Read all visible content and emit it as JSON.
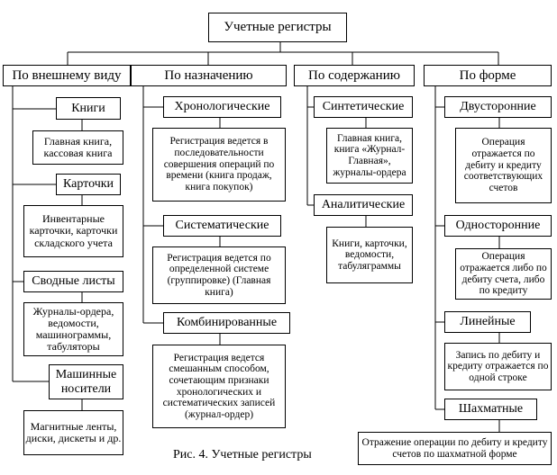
{
  "root": "Учетные регистры",
  "categories": [
    {
      "title": "По внешнему виду",
      "items": [
        {
          "title": "Книги",
          "desc": "Главная книга, кассовая книга"
        },
        {
          "title": "Карточки",
          "desc": "Инвентарные карточки, карточки складского учета"
        },
        {
          "title": "Сводные листы",
          "desc": "Журналы-ордера, ведомости, машинограммы, табуляторы"
        },
        {
          "title": "Машинные носители",
          "desc": "Магнитные ленты, диски, дискеты и др."
        }
      ]
    },
    {
      "title": "По назначению",
      "items": [
        {
          "title": "Хронологические",
          "desc": "Регистрация ведется в последовательности совершения операций по времени (книга продаж, книга покупок)"
        },
        {
          "title": "Систематические",
          "desc": "Регистрация ведется по определенной системе (группировке) (Главная книга)"
        },
        {
          "title": "Комбинированные",
          "desc": "Регистрация ведется смешанным способом, сочетающим признаки хронологических и систематических записей (журнал-ордер)"
        }
      ]
    },
    {
      "title": "По содержанию",
      "items": [
        {
          "title": "Синтетические",
          "desc": "Главная книга, книга «Журнал-Главная», журналы-ордера"
        },
        {
          "title": "Аналитические",
          "desc": "Книги, карточки, ведомости, табуляграммы"
        }
      ]
    },
    {
      "title": "По форме",
      "items": [
        {
          "title": "Двусторонние",
          "desc": "Операция отражается по дебиту и кредиту соответствующих счетов"
        },
        {
          "title": "Односторонние",
          "desc": "Операция отражается либо по дебиту счета, либо по кредиту"
        },
        {
          "title": "Линейные",
          "desc": "Запись по дебиту и кредиту отражается по одной строке"
        },
        {
          "title": "Шахматные",
          "desc": "Отражение операции по дебиту и кредиту счетов по шахматной форме"
        }
      ]
    }
  ],
  "caption": "Рис. 4. Учетные регистры"
}
